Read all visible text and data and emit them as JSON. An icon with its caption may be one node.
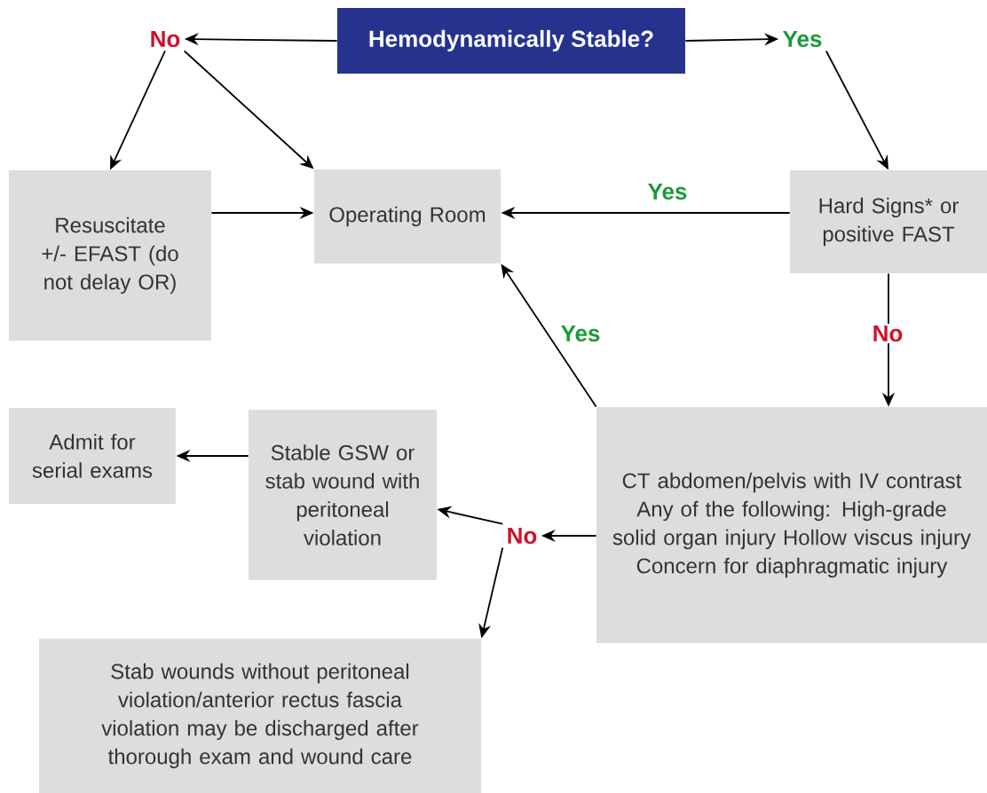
{
  "diagram": {
    "nodes": [
      {
        "text": [
          "Hemodynamically Stable?"
        ]
      },
      {
        "text": [
          "No"
        ]
      },
      {
        "text": [
          "Yes"
        ]
      },
      {
        "text": [
          "Resuscitate +/- EFAST (do not delay OR)"
        ]
      },
      {
        "text": [
          "Operating Room"
        ]
      },
      {
        "text": [
          "Hard Signs* or positive FAST"
        ]
      },
      {
        "text": [
          "CT abdomen/pelvis with IV contrast Any of the following: High-grade solid organ injury Hollow viscus injury Concern for diaphragmatic injury"
        ]
      },
      {
        "text": [
          "Admit for serial exams"
        ]
      },
      {
        "text": [
          "Stable GSW or stab wound with peritoneal violation"
        ]
      },
      {
        "text": [
          "No"
        ]
      },
      {
        "text": [
          "Stab wounds without peritoneal violation/anterior rectus fascia violation may be discharged after thorough exam and wound care"
        ]
      }
    ],
    "edges": [
      {
        "from": 0,
        "to": 1,
        "arrow": "to"
      },
      {
        "from": 0,
        "to": 2,
        "arrow": "to"
      },
      {
        "from": 1,
        "to": 3,
        "arrow": "to"
      },
      {
        "from": 1,
        "to": 4,
        "arrow": "to"
      },
      {
        "from": 2,
        "to": 5,
        "arrow": "to"
      },
      {
        "from": 3,
        "to": 4,
        "arrow": "to"
      },
      {
        "from": 5,
        "to": 4,
        "arrow": "to",
        "label": "Yes"
      },
      {
        "from": 5,
        "to": 6,
        "arrow": "to",
        "label": "No"
      },
      {
        "from": 6,
        "to": 4,
        "arrow": "to",
        "label": "Yes"
      },
      {
        "from": 6,
        "to": 9,
        "arrow": "to"
      },
      {
        "from": 9,
        "to": 8,
        "arrow": "to"
      },
      {
        "from": 8,
        "to": 7,
        "arrow": "to"
      },
      {
        "from": 9,
        "to": 10,
        "arrow": "to"
      }
    ]
  }
}
